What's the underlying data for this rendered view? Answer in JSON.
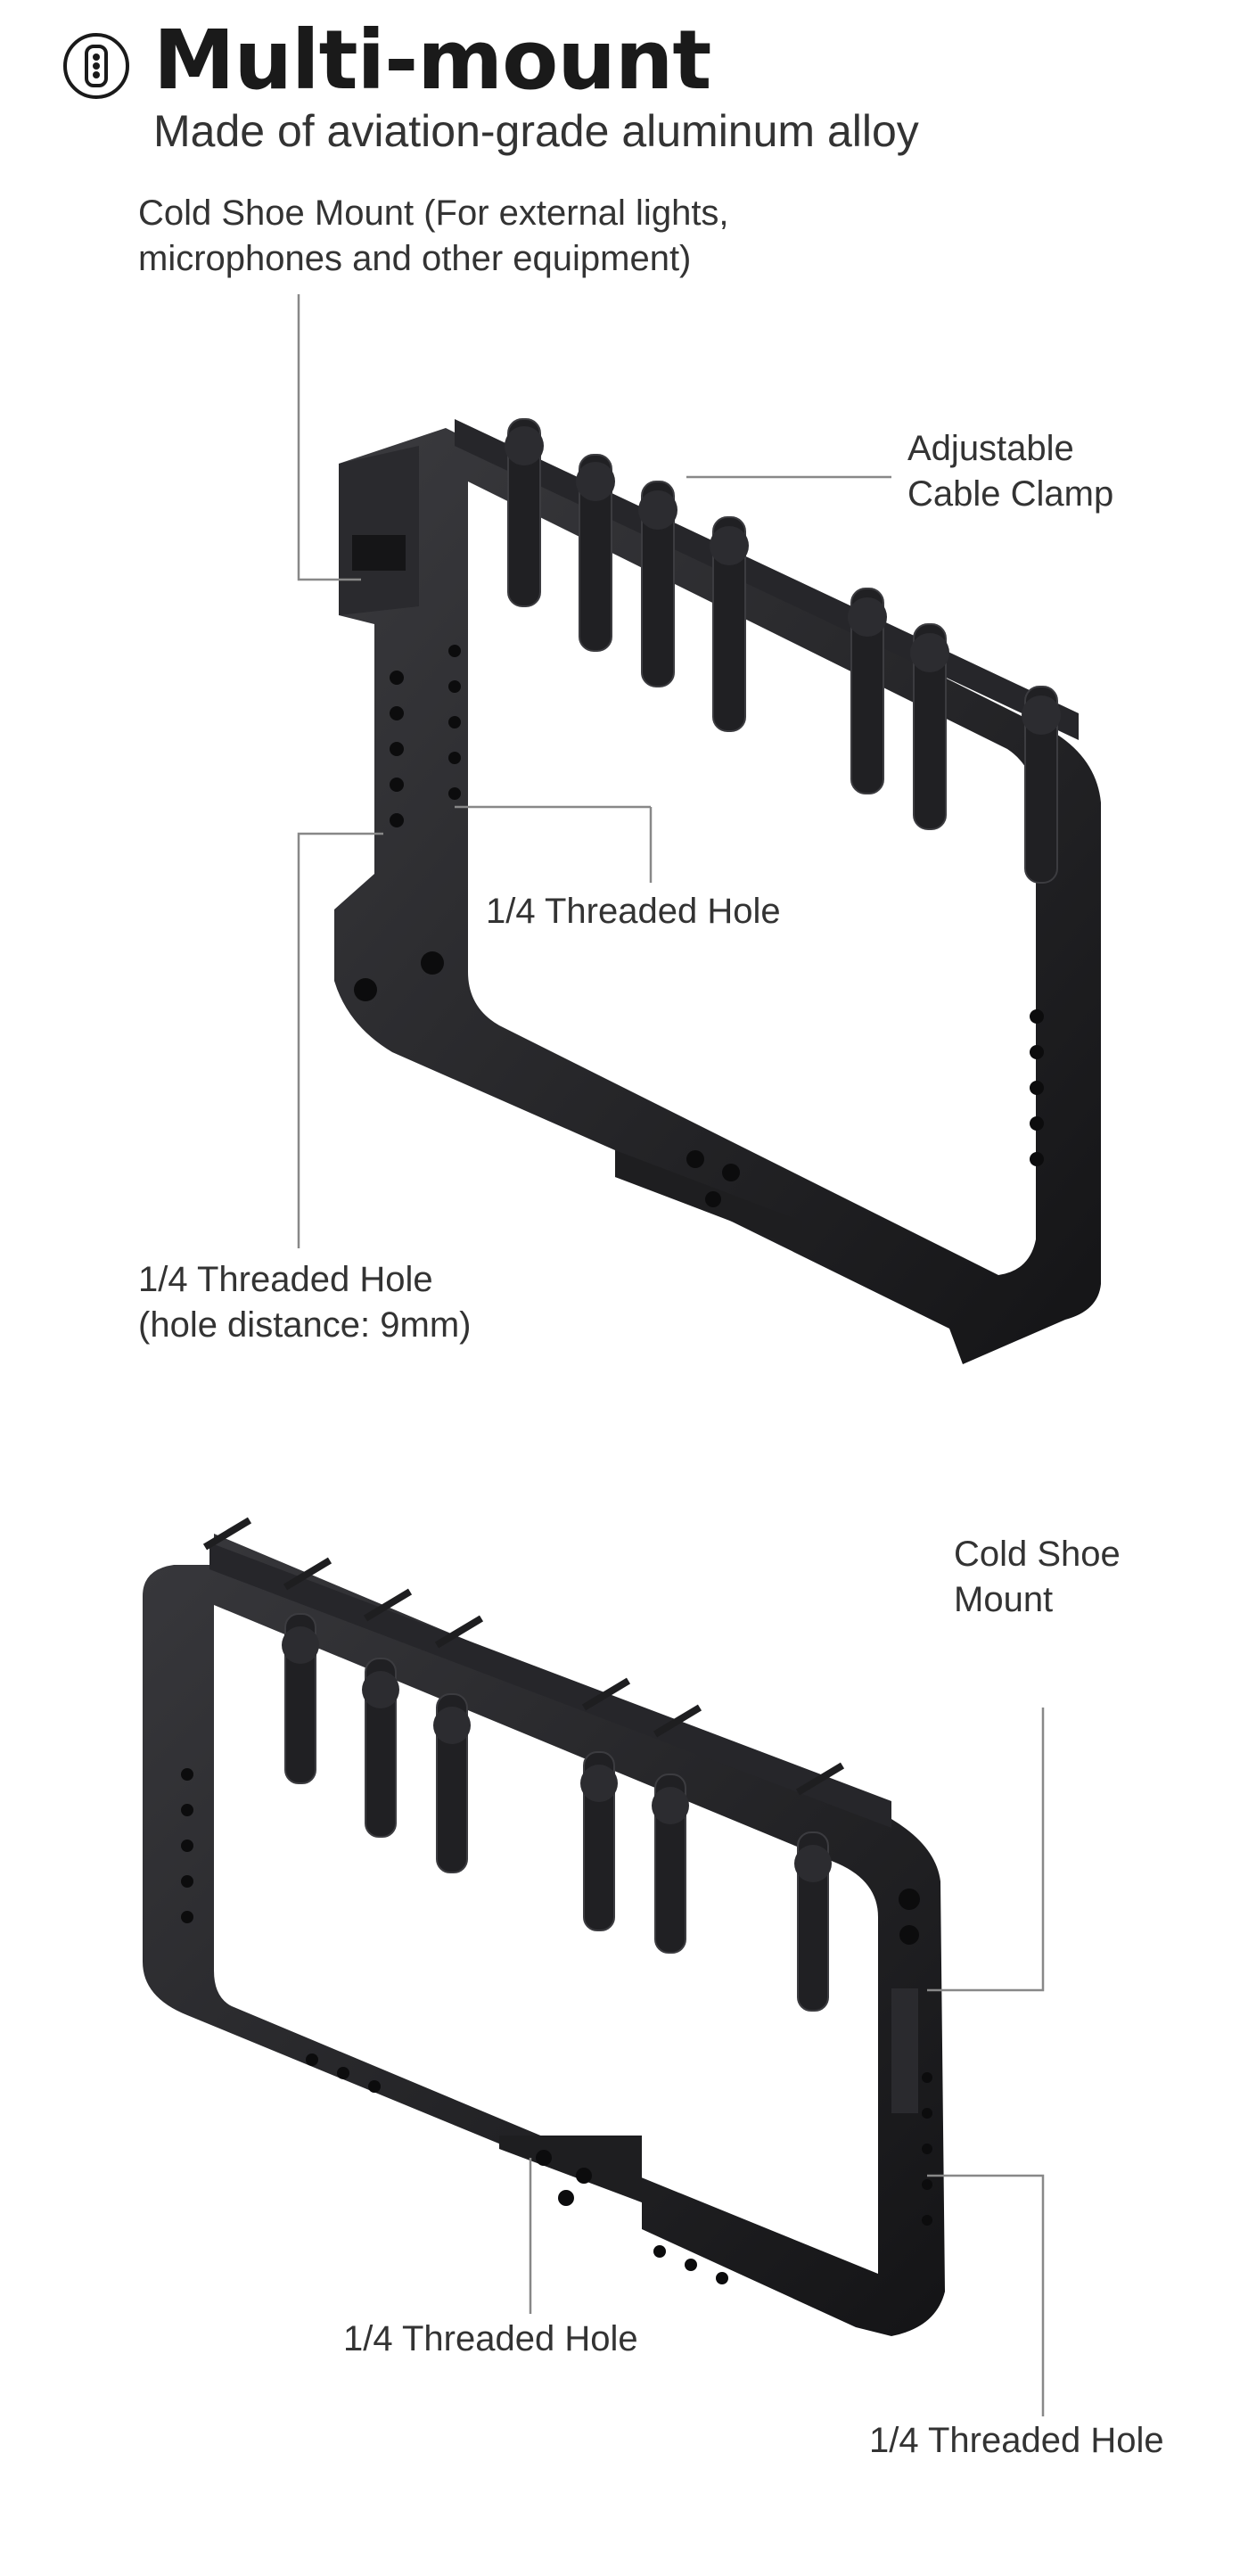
{
  "header": {
    "icon": "multi-mount-icon",
    "title": "Multi-mount",
    "subtitle": "Made of aviation-grade aluminum alloy"
  },
  "top_view": {
    "cold_shoe": {
      "line1": "Cold Shoe Mount (For external lights,",
      "line2": "microphones and other equipment)"
    },
    "cable_clamp": {
      "line1": "Adjustable",
      "line2": "Cable Clamp"
    },
    "threaded_hole_inner": "1/4 Threaded Hole",
    "threaded_hole_side": {
      "line1": "1/4 Threaded Hole",
      "line2": "(hole distance: 9mm)"
    }
  },
  "bottom_view": {
    "cold_shoe": {
      "line1": "Cold Shoe",
      "line2": "Mount"
    },
    "threaded_hole_bottom": "1/4 Threaded Hole",
    "threaded_hole_side": "1/4 Threaded Hole"
  },
  "colors": {
    "metal": "#1c1c1e",
    "metal_edge": "#3a3a3e",
    "leader": "#888888",
    "text": "#333333"
  }
}
